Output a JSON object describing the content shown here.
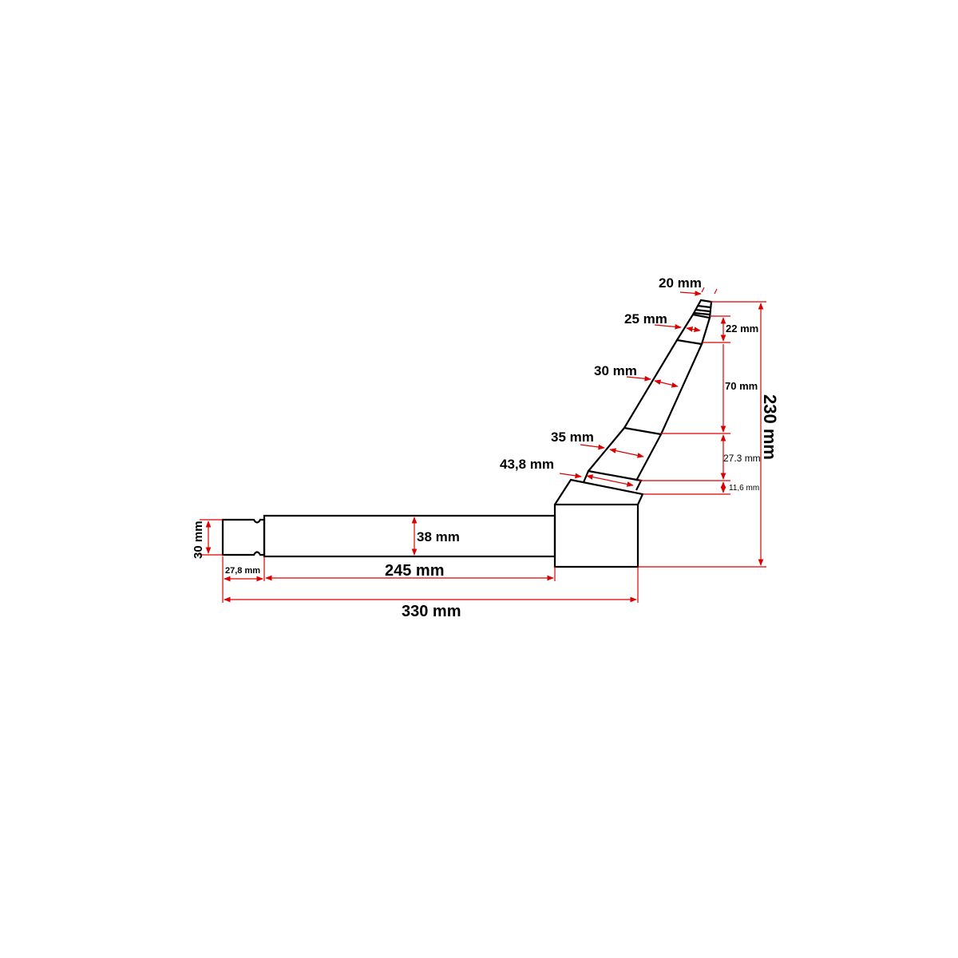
{
  "diagram": {
    "type": "technical-drawing",
    "subject": "stub axle / steering knuckle",
    "colors": {
      "outline": "#000000",
      "dimension": "#dd0000",
      "background": "#ffffff"
    },
    "dimensions": {
      "tip_width": "20 mm",
      "thread_section_width": "25 mm",
      "section_22_length": "22 mm",
      "shaft_width": "30 mm",
      "shaft_length": "70 mm",
      "section_35_width": "35 mm",
      "section_273_length": "27.3 mm",
      "collar_width": "43,8 mm",
      "collar_length": "11,6 mm",
      "total_height": "230 mm",
      "end_diameter": "30 mm",
      "end_length": "27,8 mm",
      "arm_diameter": "38 mm",
      "arm_length": "245 mm",
      "total_length": "330 mm"
    }
  }
}
